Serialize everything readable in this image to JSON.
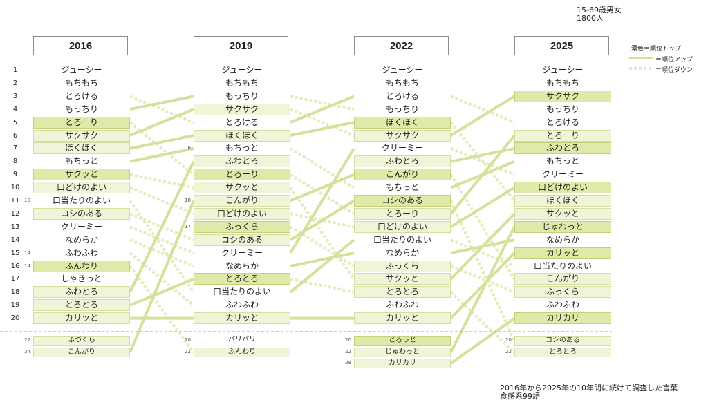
{
  "top_note": {
    "line1": "15-69歳男女",
    "line2": "1800人"
  },
  "bottom_note": {
    "line1": "2016年から2025年の10年間に続けて調査した言葉",
    "line2": "食感系99語"
  },
  "legend": {
    "top": "濃色＝順位トップ",
    "up": "＝順位アップ",
    "down": "＝順位ダウン"
  },
  "colors": {
    "top": "#dfe9a8",
    "lighter": "#f0f5d8",
    "line": "#d3e29a",
    "dashed": "#e3ecbc"
  },
  "chart_data": {
    "type": "table",
    "years": [
      "2016",
      "2019",
      "2022",
      "2025"
    ],
    "rank_labels": [
      "1",
      "2",
      "3",
      "4",
      "5",
      "6",
      "7",
      "8",
      "9",
      "10",
      "11",
      "12",
      "13",
      "14",
      "15",
      "16",
      "17",
      "18",
      "19",
      "20"
    ],
    "columns": [
      {
        "year": "2016",
        "top20": [
          "ジューシー",
          "もちもち",
          "とろける",
          "もっちり",
          "とろーり",
          "サクサク",
          "ほくほく",
          "もちっと",
          "サクッと",
          "口どけのよい",
          "口当たりのよい",
          "コシのある",
          "クリーミー",
          "なめらか",
          "ふわふわ",
          "ふんわり",
          "しゃきっと",
          "ふわとろ",
          "とろとろ",
          "カリッと"
        ],
        "styles": [
          "",
          "",
          "",
          "",
          "hi",
          "lt",
          "lt",
          "",
          "hi",
          "lt",
          "",
          "lt",
          "",
          "",
          "",
          "hi",
          "",
          "lt",
          "lt",
          "lt"
        ],
        "prev": [
          "",
          "",
          "",
          "",
          "",
          "",
          "",
          "",
          "",
          "",
          "10",
          "",
          "",
          "",
          "14",
          "14",
          "",
          "",
          "",
          ""
        ],
        "extra": [
          {
            "rank": "22",
            "word": "ふづくら",
            "style": "lt"
          },
          {
            "rank": "34",
            "word": "こんがり",
            "style": "lt"
          }
        ]
      },
      {
        "year": "2019",
        "top20": [
          "ジューシー",
          "もちもち",
          "もっちり",
          "サクサク",
          "とろける",
          "ほくほく",
          "もちっと",
          "ふわとろ",
          "とろーり",
          "サクッと",
          "こんがり",
          "口どけのよい",
          "ふっくら",
          "コシのある",
          "クリーミー",
          "なめらか",
          "とろとろ",
          "口当たりのよい",
          "ふわふわ",
          "カリッと"
        ],
        "styles": [
          "",
          "",
          "",
          "lt",
          "",
          "lt",
          "",
          "lt",
          "hi",
          "lt",
          "lt",
          "lt",
          "hi",
          "lt",
          "",
          "",
          "hi",
          "",
          "",
          "lt"
        ],
        "prev": [
          "",
          "",
          "",
          "",
          "",
          "",
          "6",
          "",
          "",
          "",
          "18",
          "",
          "17",
          "",
          "",
          "",
          "",
          "",
          "",
          ""
        ],
        "extra": [
          {
            "rank": "20",
            "word": "パリパリ",
            "style": ""
          },
          {
            "rank": "22",
            "word": "ふんわり",
            "style": "lt"
          }
        ]
      },
      {
        "year": "2022",
        "top20": [
          "ジューシー",
          "もちもち",
          "とろける",
          "もっちり",
          "ほくほく",
          "サクサク",
          "クリーミー",
          "ふわとろ",
          "こんがり",
          "もちっと",
          "コシのある",
          "とろーり",
          "口どけのよい",
          "口当たりのよい",
          "なめらか",
          "ふっくら",
          "サクッと",
          "とろとろ",
          "ふわふわ",
          "カリッと"
        ],
        "styles": [
          "",
          "",
          "",
          "",
          "hi",
          "lt",
          "",
          "lt",
          "hi",
          "",
          "hi",
          "lt",
          "lt",
          "",
          "",
          "lt",
          "lt",
          "lt",
          "",
          "lt"
        ],
        "prev": [
          "",
          "",
          "",
          "",
          "",
          "",
          "",
          "",
          "",
          "",
          "",
          "",
          "",
          "",
          "",
          "",
          "",
          "",
          "",
          ""
        ],
        "extra": [
          {
            "rank": "20",
            "word": "とろっと",
            "style": "hi"
          },
          {
            "rank": "22",
            "word": "じゅわっと",
            "style": "lt"
          },
          {
            "rank": "28",
            "word": "カリカリ",
            "style": "lt"
          }
        ]
      },
      {
        "year": "2025",
        "top20": [
          "ジューシー",
          "もちもち",
          "サクサク",
          "もっちり",
          "とろける",
          "とろーり",
          "ふわとろ",
          "もちっと",
          "クリーミー",
          "口どけのよい",
          "ほくほく",
          "サクッと",
          "じゅわっと",
          "なめらか",
          "カリッと",
          "口当たりのよい",
          "こんがり",
          "ふっくら",
          "ふわふわ",
          "カリカリ"
        ],
        "styles": [
          "",
          "",
          "hi",
          "",
          "",
          "lt",
          "hi",
          "",
          "",
          "hi",
          "lt",
          "lt",
          "hi",
          "",
          "hi",
          "",
          "lt",
          "lt",
          "",
          "hi"
        ],
        "prev": [
          "",
          "",
          "",
          "",
          "",
          "",
          "",
          "",
          "",
          "",
          "",
          "",
          "",
          "",
          "",
          "",
          "",
          "",
          "",
          ""
        ],
        "extra": [
          {
            "rank": "20",
            "word": "コシのある",
            "style": "lt"
          },
          {
            "rank": "22",
            "word": "とろとろ",
            "style": "lt"
          }
        ]
      }
    ]
  }
}
